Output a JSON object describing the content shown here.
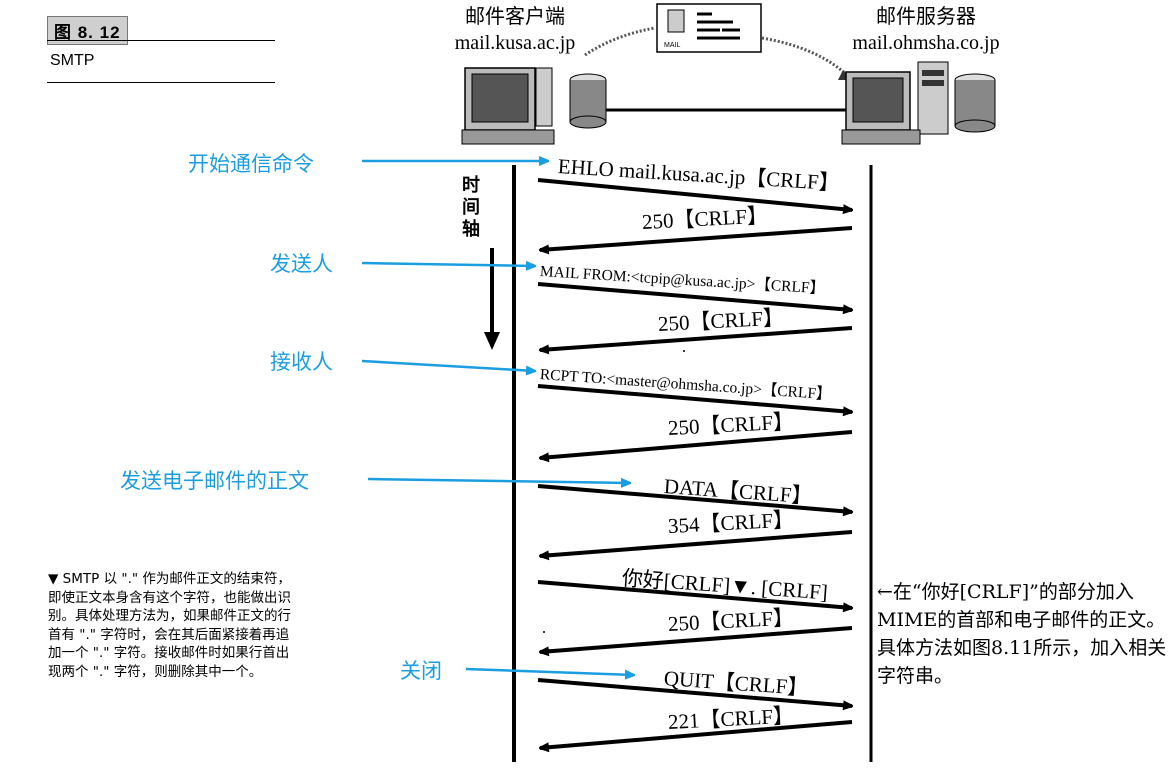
{
  "figure": {
    "number": "图 8. 12",
    "title": "SMTP"
  },
  "client": {
    "label": "邮件客户端",
    "host": "mail.kusa.ac.jp"
  },
  "server": {
    "label": "邮件服务器",
    "host": "mail.ohmsha.co.jp"
  },
  "envelope_text": "MAIL",
  "time_axis": "时间轴",
  "annotations": {
    "start": "开始通信命令",
    "sender": "发送人",
    "recipient": "接收人",
    "body": "发送电子邮件的正文",
    "close": "关闭"
  },
  "messages": {
    "ehlo": "EHLO mail.kusa.ac.jp【CRLF】",
    "r1": "250【CRLF】",
    "mailfrom": "MAIL FROM:<tcpip@kusa.ac.jp>【CRLF】",
    "r2": "250【CRLF】",
    "rcpt": "RCPT TO:<master@ohmsha.co.jp>【CRLF】",
    "r3": "250【CRLF】",
    "data": "DATA【CRLF】",
    "r4": "354【CRLF】",
    "body": "你好[CRLF]▼. [CRLF]",
    "r5": "250【CRLF】",
    "quit": "QUIT【CRLF】",
    "r6": "221【CRLF】"
  },
  "side_note": "▼ SMTP 以 \".\" 作为邮件正文的结束符，即使正文本身含有这个字符，也能做出识别。具体处理方法为，如果邮件正文的行首有 \".\" 字符时，会在其后面紧接着再追加一个 \".\" 字符。接收邮件时如果行首出现两个 \".\" 字符，则删除其中一个。",
  "right_note": "←在“你好[CRLF]”的部分加入MIME的首部和电子邮件的正文。具体方法如图8.11所示，加入相关字符串。",
  "colors": {
    "annotation": "#1a9ee0",
    "line": "#000000"
  }
}
